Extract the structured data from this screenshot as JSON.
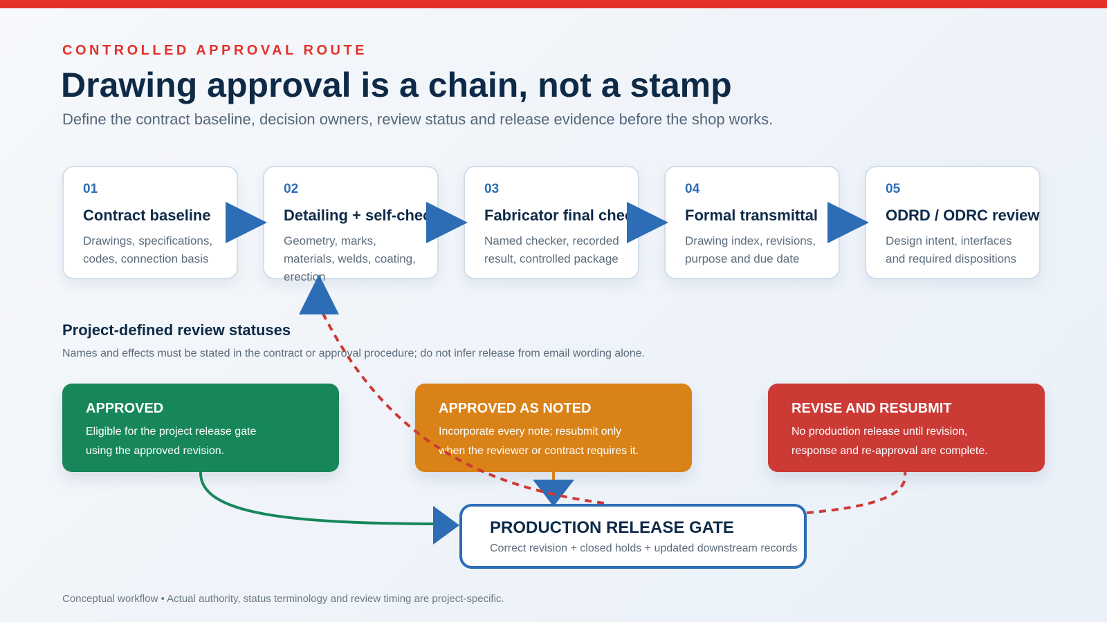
{
  "header": {
    "eyebrow": "CONTROLLED APPROVAL ROUTE",
    "title": "Drawing approval is a chain, not a stamp",
    "subtitle": "Define the contract baseline, decision owners, review status and release evidence before the shop works."
  },
  "steps": [
    {
      "num": "01",
      "title": "Contract baseline",
      "desc": "Drawings, specifications, codes, connection basis"
    },
    {
      "num": "02",
      "title": "Detailing + self-check",
      "desc": "Geometry, marks, materials, welds, coating, erection"
    },
    {
      "num": "03",
      "title": "Fabricator final check",
      "desc": "Named checker, recorded result, controlled package"
    },
    {
      "num": "04",
      "title": "Formal transmittal",
      "desc": "Drawing index, revisions, purpose and due date"
    },
    {
      "num": "05",
      "title": "ODRD / ODRC review",
      "desc": "Design intent, interfaces and required dispositions"
    }
  ],
  "statuses_section": {
    "title": "Project-defined review statuses",
    "note": "Names and effects must be stated in the contract or approval procedure; do not infer release from email wording alone."
  },
  "statuses": [
    {
      "name": "APPROVED",
      "desc_line1": "Eligible for the project release gate",
      "desc_line2": "using the approved revision.",
      "color": "#17875a"
    },
    {
      "name": "APPROVED AS NOTED",
      "desc_line1": "Incorporate every note; resubmit only",
      "desc_line2": "when the reviewer or contract requires it.",
      "color": "#d98218"
    },
    {
      "name": "REVISE AND RESUBMIT",
      "desc_line1": "No production release until revision,",
      "desc_line2": "response and re-approval are complete.",
      "color": "#cc3a36"
    }
  ],
  "gate": {
    "title": "PRODUCTION RELEASE GATE",
    "desc": "Correct revision + closed holds + updated downstream records"
  },
  "footer": "Conceptual workflow • Actual authority, status terminology and review timing are project-specific.",
  "colors": {
    "accent_red": "#e3312a",
    "arrow_blue": "#2d6db5",
    "navy": "#0e2a47",
    "connector_green": "#17875a",
    "connector_orange": "#d98218",
    "connector_red_dashed": "#cc3a36"
  }
}
